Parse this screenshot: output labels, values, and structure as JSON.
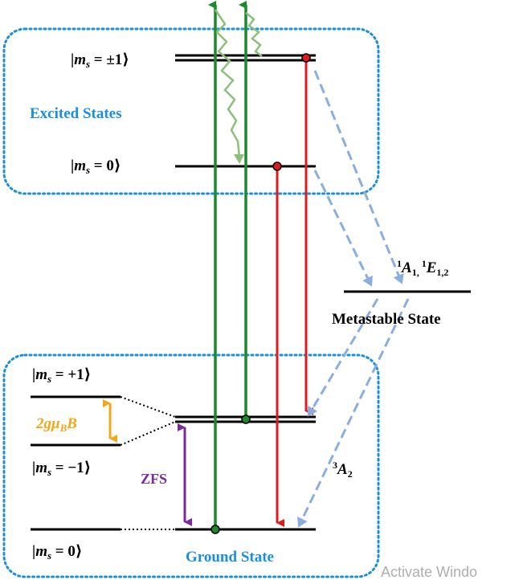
{
  "diagram": {
    "excited_states_label": "Excited States",
    "ground_state_label": "Ground State",
    "metastable_state_label": "Metastable State",
    "ms_pm1_label": "|ms = ±1⟩",
    "ms_0_excited_label": "|ms = 0⟩",
    "ms_plus1_label": "|ms = +1⟩",
    "ms_minus1_label": "|ms = −1⟩",
    "ms_0_ground_label": "|ms = 0⟩",
    "zfs_label": "ZFS",
    "zeeman_label": "2gμBB",
    "metastable_term_label": "1A1, 1E1,2",
    "ground_term_label": "3A2",
    "watermark_text": "Activate Windo"
  },
  "colors": {
    "box_border": "#1a8fe0",
    "excited_text": "#1a8fe0",
    "ground_text": "#1a8fe0",
    "green_arrow": "#1a8a2a",
    "red_arrow": "#e01a1a",
    "dashed_arrow": "#8aaee0",
    "wavy_line": "#8cc07a",
    "zfs_arrow": "#7a2aa0",
    "zeeman_arrow": "#f0a818",
    "level_line": "#000000",
    "watermark": "#9a9a9a"
  }
}
